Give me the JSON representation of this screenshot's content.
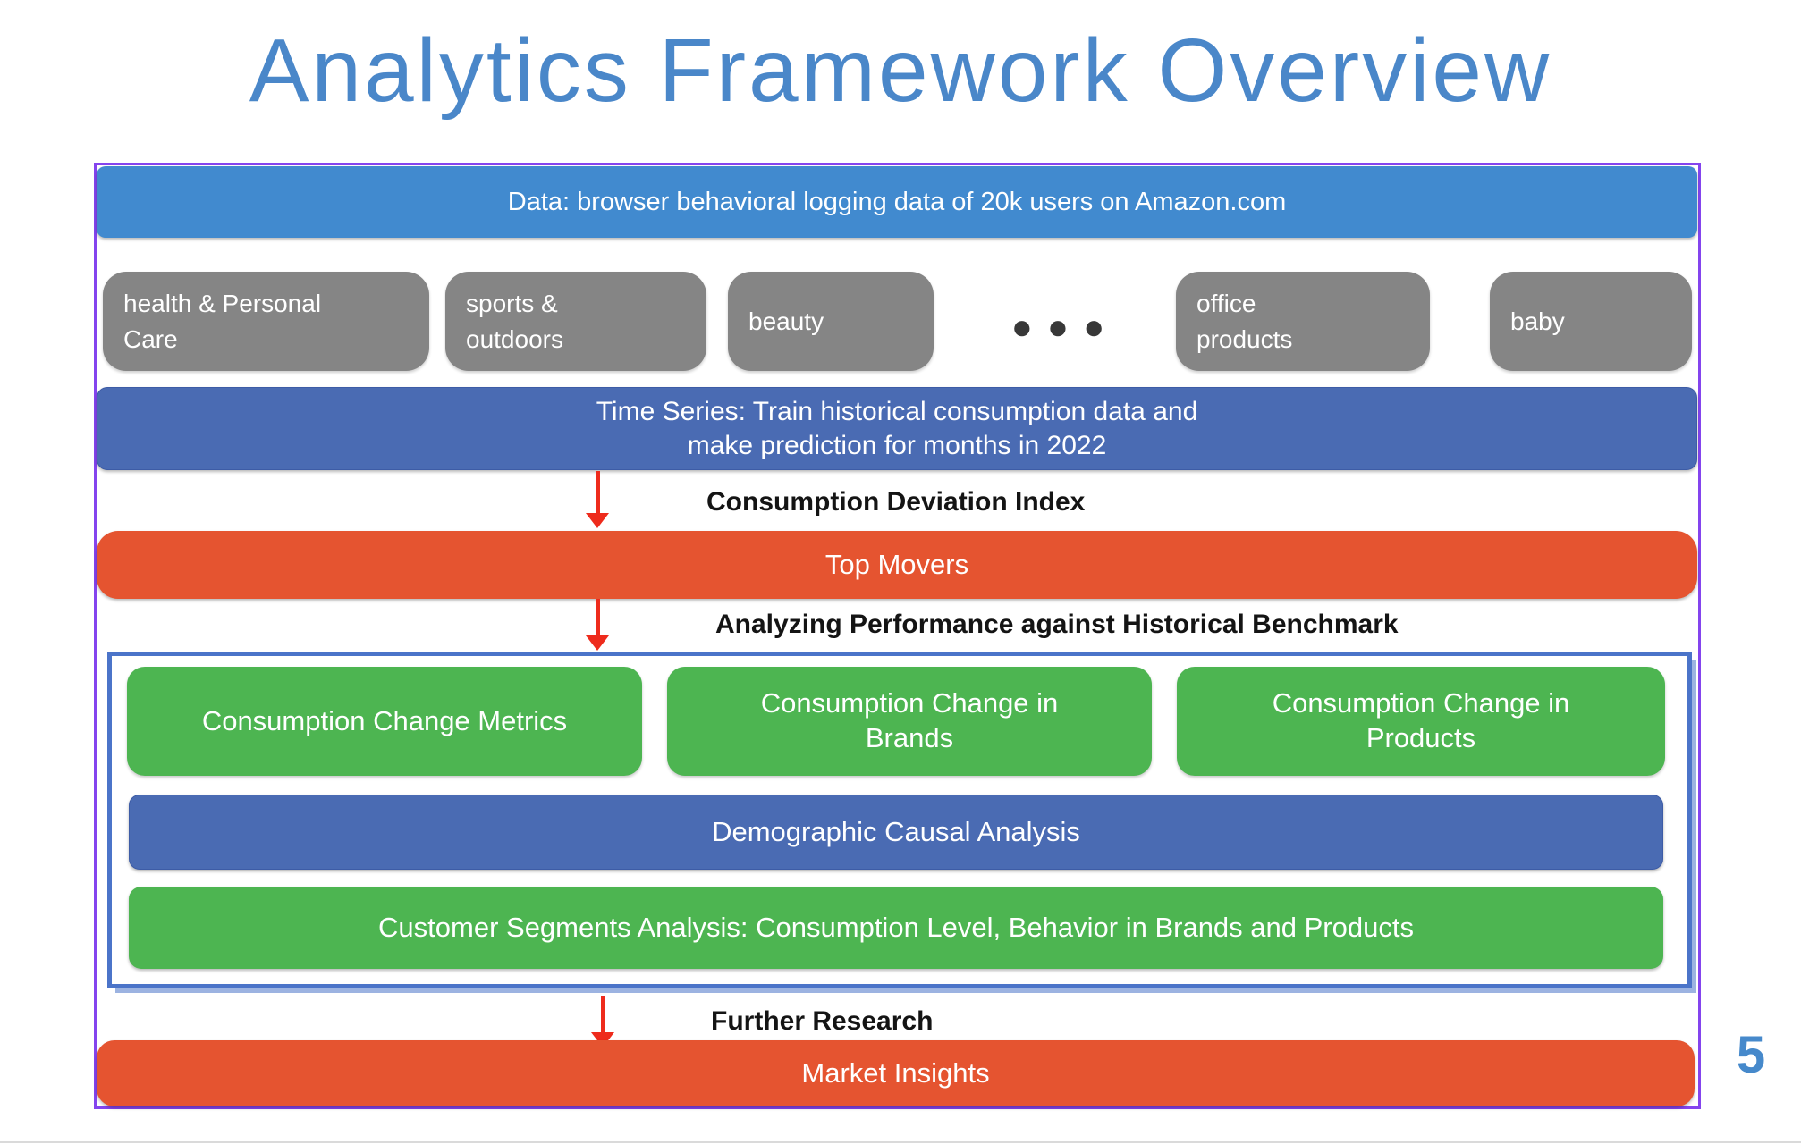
{
  "slide": {
    "title": "Analytics Framework Overview",
    "page_number": "5"
  },
  "diagram": {
    "data_banner": "Data: browser behavioral logging data of 20k users on Amazon.com",
    "categories": [
      "health & Personal\nCare",
      "sports &\noutdoors",
      "beauty",
      "office\nproducts",
      "baby"
    ],
    "ellipsis_dots": "●●●",
    "time_series_banner": "Time Series: Train historical consumption data and\nmake prediction for months in 2022",
    "flow_labels": [
      "Consumption Deviation Index",
      "Analyzing Performance against Historical Benchmark",
      "Further Research"
    ],
    "top_movers_banner": "Top Movers",
    "analysis_group": {
      "boxes": [
        "Consumption Change Metrics",
        "Consumption Change in\nBrands",
        "Consumption Change in\nProducts"
      ],
      "demographic_banner": "Demographic Causal Analysis",
      "segments_banner": "Customer Segments Analysis: Consumption Level, Behavior in Brands and Products"
    },
    "market_insights_banner": "Market Insights"
  },
  "colors": {
    "title_blue": "#4A87C9",
    "data_banner_blue": "#418ACF",
    "time_series_indigo": "#4A6BB3",
    "orange": "#E55430",
    "green": "#4DB551",
    "category_gray": "#858585",
    "frame_purple": "#8444EE",
    "group_border_blue": "#4B74C9",
    "arrow_red": "#EE2B1C"
  }
}
